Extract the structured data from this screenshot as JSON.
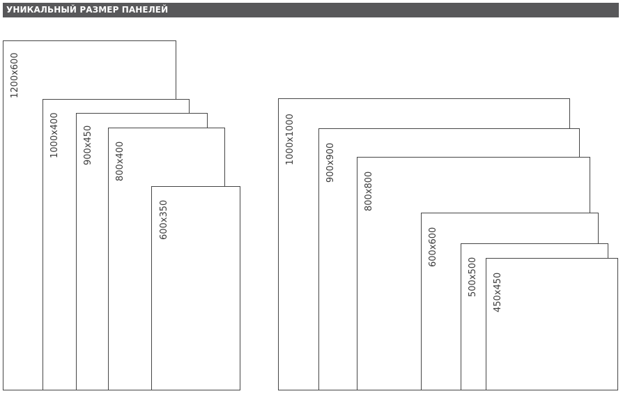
{
  "header": {
    "title": "УНИКАЛЬНЫЙ РАЗМЕР ПАНЕЛЕЙ"
  },
  "groups": [
    {
      "panels": [
        {
          "label": "1200x600"
        },
        {
          "label": "1000x400"
        },
        {
          "label": "900x450"
        },
        {
          "label": "800x400"
        },
        {
          "label": "600x350"
        }
      ]
    },
    {
      "panels": [
        {
          "label": "1000x1000"
        },
        {
          "label": "900x900"
        },
        {
          "label": "800x800"
        },
        {
          "label": "600x600"
        },
        {
          "label": "500x500"
        },
        {
          "label": "450x450"
        }
      ]
    }
  ]
}
